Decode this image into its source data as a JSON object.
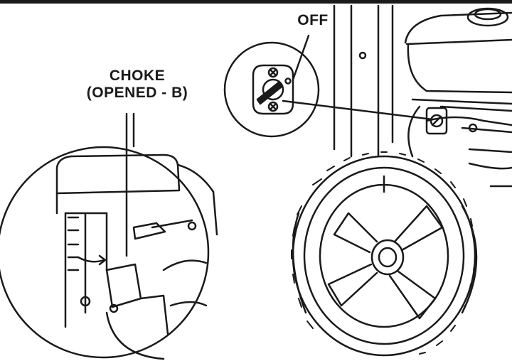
{
  "labels": {
    "off": "OFF",
    "choke_title": "CHOKE",
    "choke_state": "(OPENED - B)"
  },
  "colors": {
    "line": "#1a1a1a",
    "background": "#ffffff"
  }
}
